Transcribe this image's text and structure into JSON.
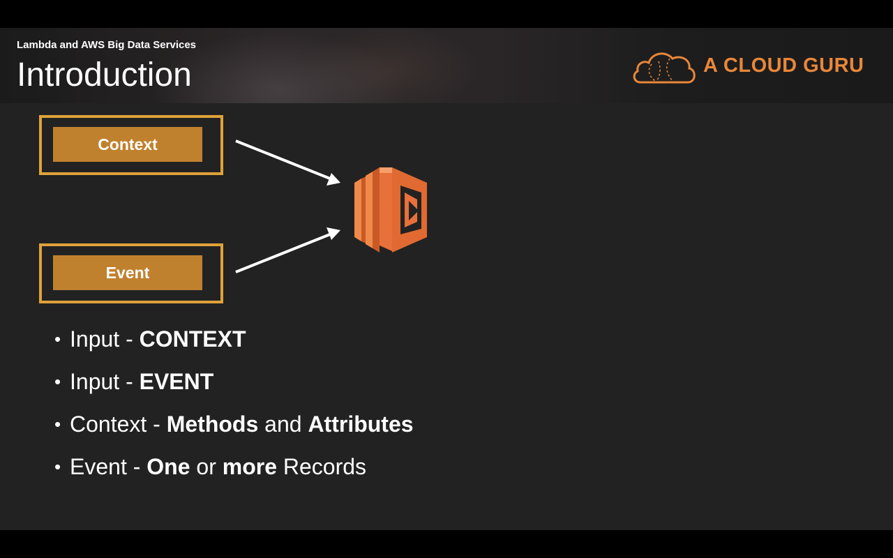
{
  "header": {
    "course_title": "Lambda and AWS Big Data Services",
    "page_title": "Introduction",
    "logo_text": "A CLOUD GURU"
  },
  "diagram": {
    "boxes": [
      {
        "label": "Context"
      },
      {
        "label": "Event"
      }
    ],
    "icon": "aws-lambda-icon"
  },
  "bullets": [
    {
      "parts": [
        {
          "text": "Input - ",
          "bold": false
        },
        {
          "text": "CONTEXT",
          "bold": true
        }
      ]
    },
    {
      "parts": [
        {
          "text": "Input - ",
          "bold": false
        },
        {
          "text": "EVENT",
          "bold": true
        }
      ]
    },
    {
      "parts": [
        {
          "text": "Context - ",
          "bold": false
        },
        {
          "text": "Methods",
          "bold": true
        },
        {
          "text": " and ",
          "bold": false
        },
        {
          "text": "Attributes",
          "bold": true
        }
      ]
    },
    {
      "parts": [
        {
          "text": "Event - ",
          "bold": false
        },
        {
          "text": "One",
          "bold": true
        },
        {
          "text": " or ",
          "bold": false
        },
        {
          "text": "more",
          "bold": true
        },
        {
          "text": " Records",
          "bold": false
        }
      ]
    }
  ],
  "colors": {
    "accent": "#e8873a",
    "box_border": "#e0a23a",
    "box_fill": "#c0812e",
    "lambda_orange": "#e8703a",
    "background": "#222222"
  }
}
